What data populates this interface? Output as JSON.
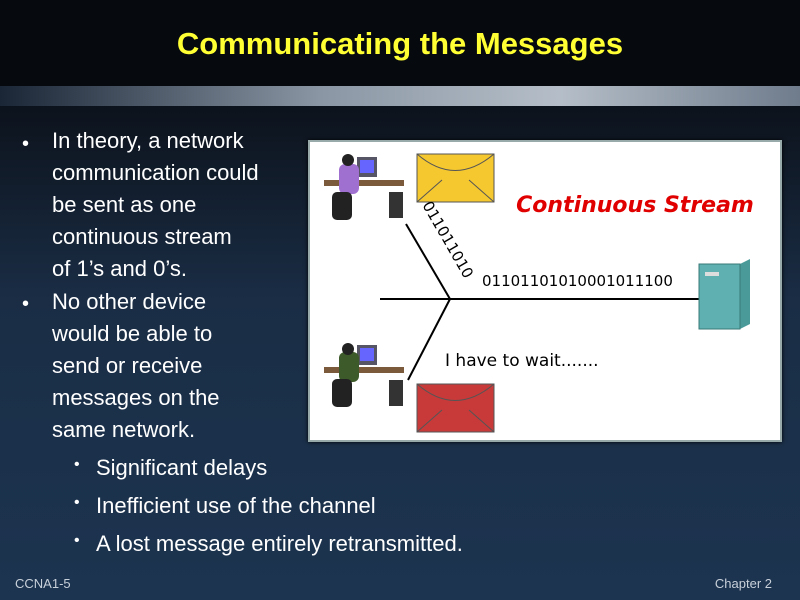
{
  "title": "Communicating the Messages",
  "bullets": [
    {
      "lines": [
        "In theory, a network",
        "communication could",
        "be sent as one",
        "continuous stream",
        "of 1’s and 0’s."
      ]
    },
    {
      "lines": [
        "No other device",
        "would be able to",
        "send or receive",
        "messages on the",
        "same network."
      ]
    }
  ],
  "sub_bullets": [
    "Significant delays",
    "Inefficient use of the channel",
    "A lost message entirely retransmitted."
  ],
  "figure": {
    "heading": "Continuous Stream",
    "stream_bits": "01101101010001011100",
    "diagonal_bits": "011011010",
    "wait_text": "I have to wait......."
  },
  "footer": {
    "left": "CCNA1-5",
    "right": "Chapter 2"
  }
}
